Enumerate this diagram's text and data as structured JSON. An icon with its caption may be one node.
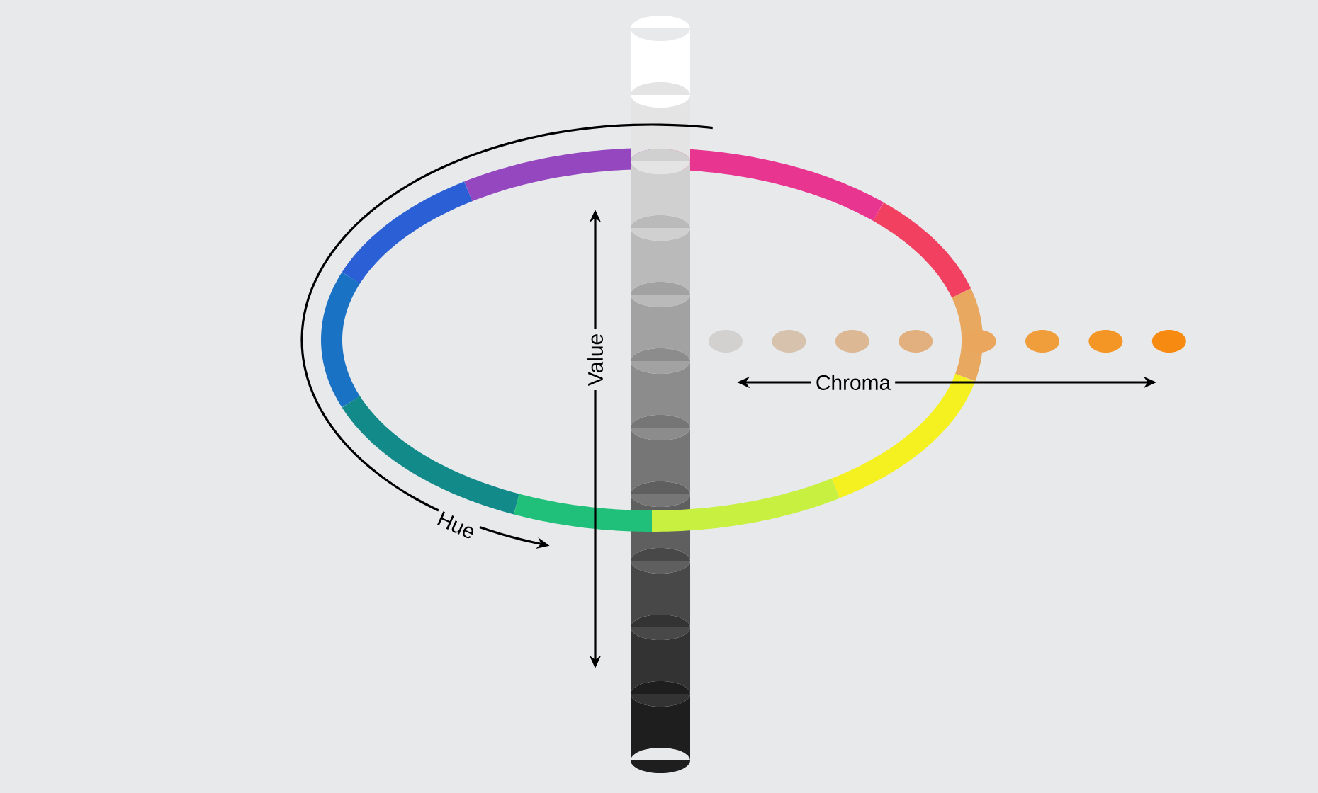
{
  "diagram": {
    "labels": [
      "Value",
      "Chroma",
      "Hue"
    ]
  }
}
